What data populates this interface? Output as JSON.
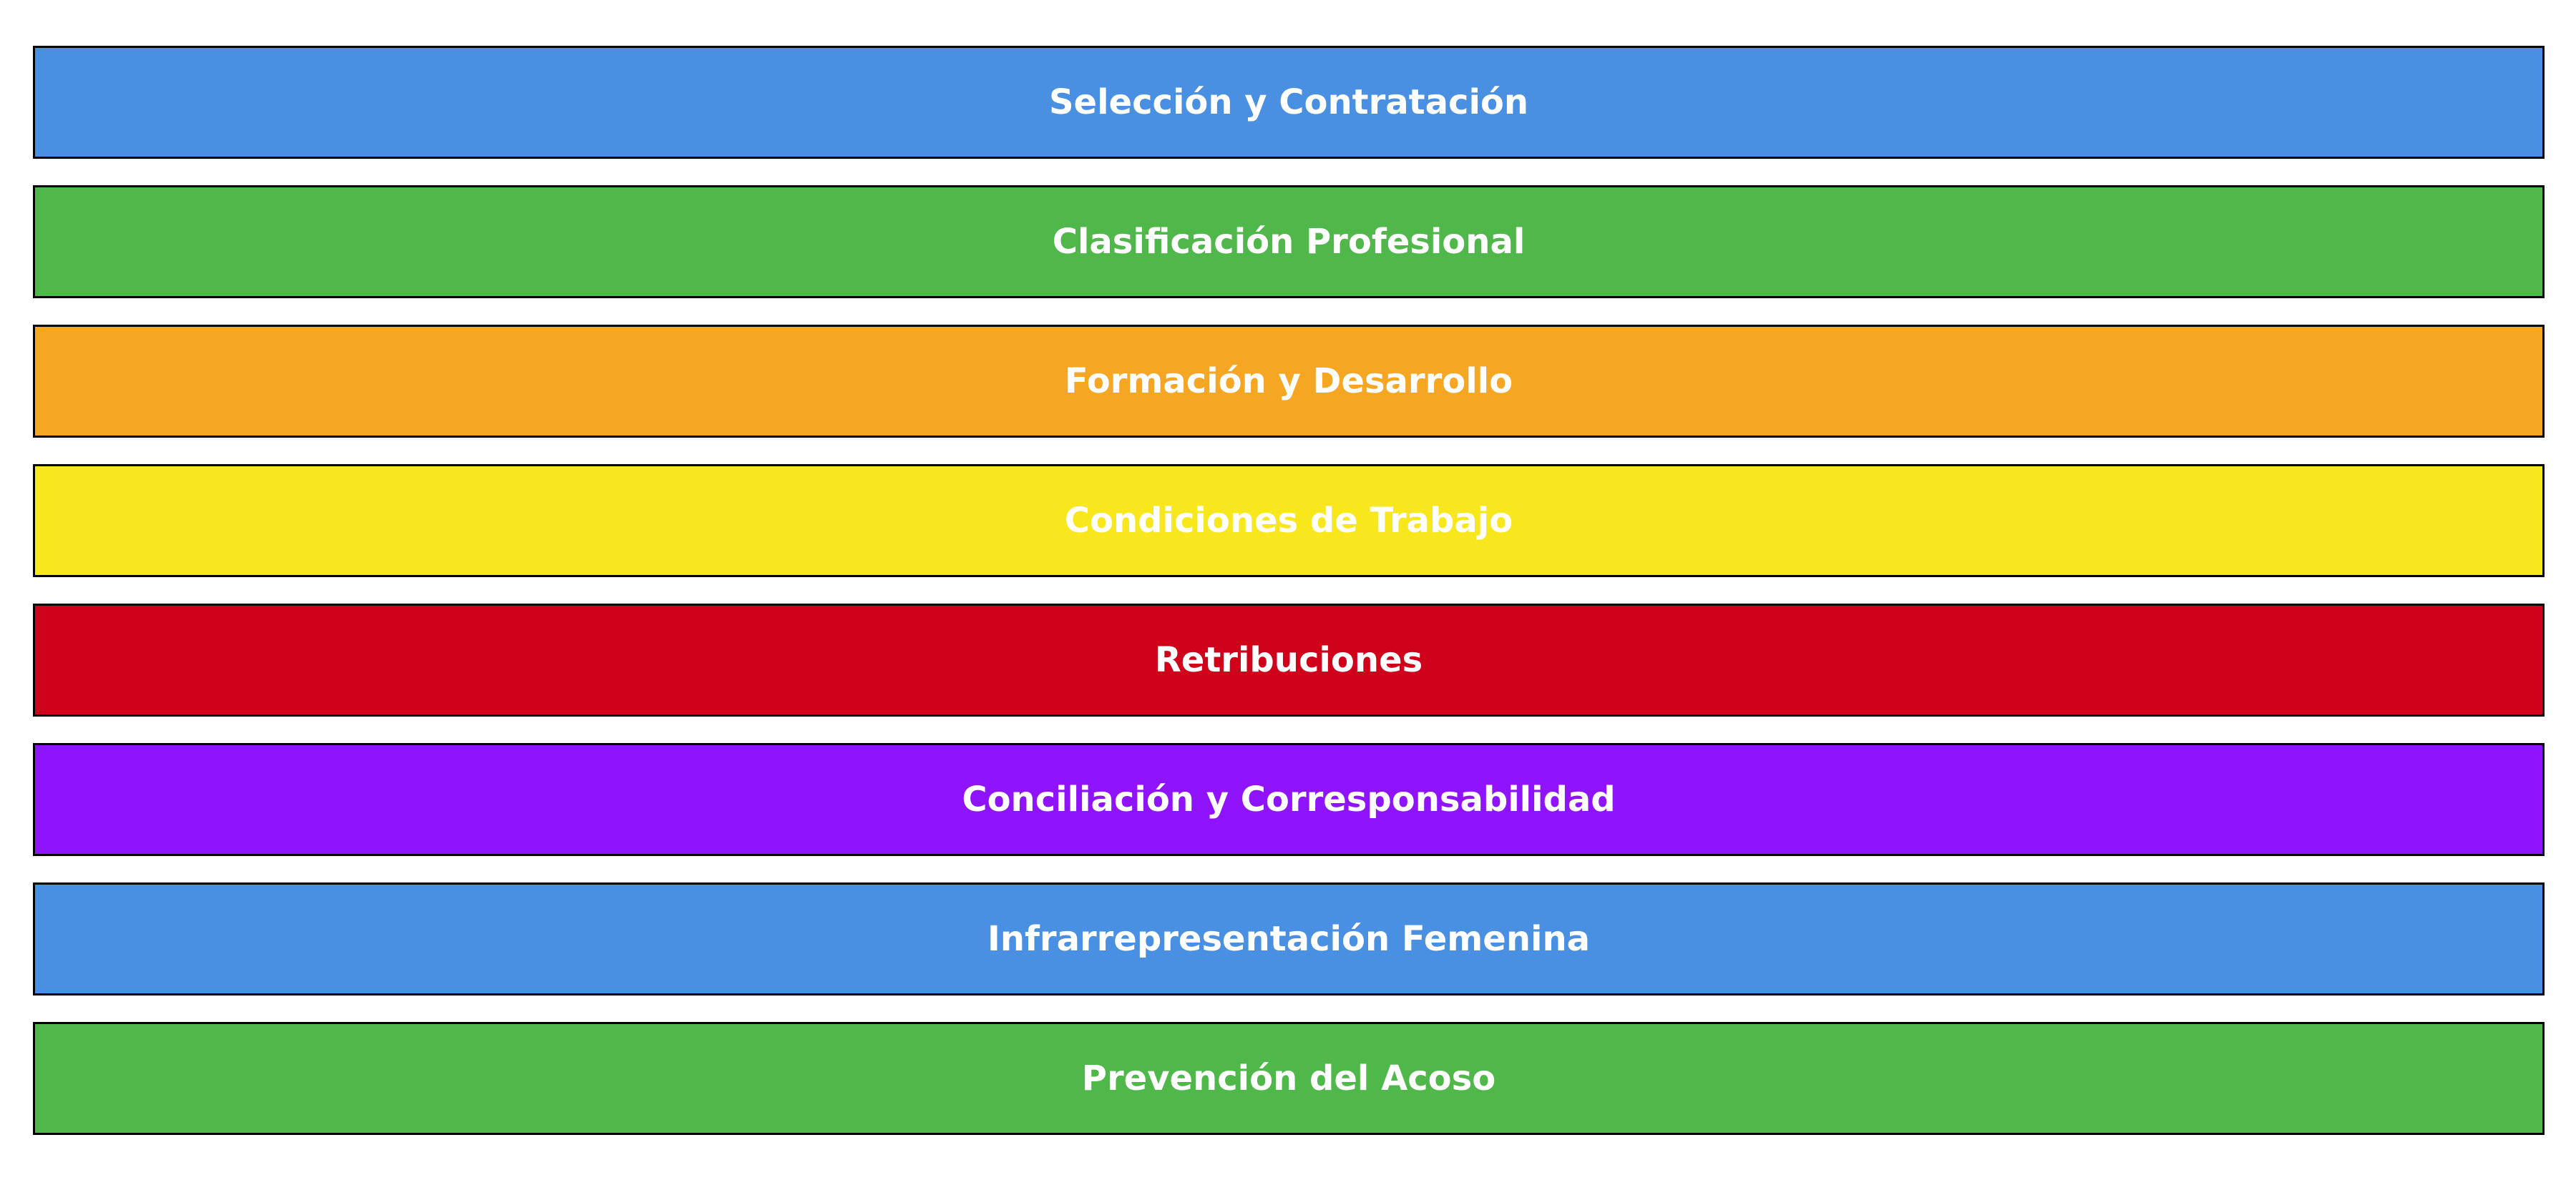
{
  "bands": [
    {
      "label": "Selección y Contratación",
      "color": "#4A90E2"
    },
    {
      "label": "Clasificación Profesional",
      "color": "#50B84A"
    },
    {
      "label": "Formación y Desarrollo",
      "color": "#F5A623"
    },
    {
      "label": "Condiciones de Trabajo",
      "color": "#F8E71C"
    },
    {
      "label": "Retribuciones",
      "color": "#D0021B"
    },
    {
      "label": "Conciliación y Corresponsabilidad",
      "color": "#9013FE"
    },
    {
      "label": "Infrarrepresentación Femenina",
      "color": "#4A90E2"
    },
    {
      "label": "Prevención del Acoso",
      "color": "#50B84A"
    }
  ]
}
